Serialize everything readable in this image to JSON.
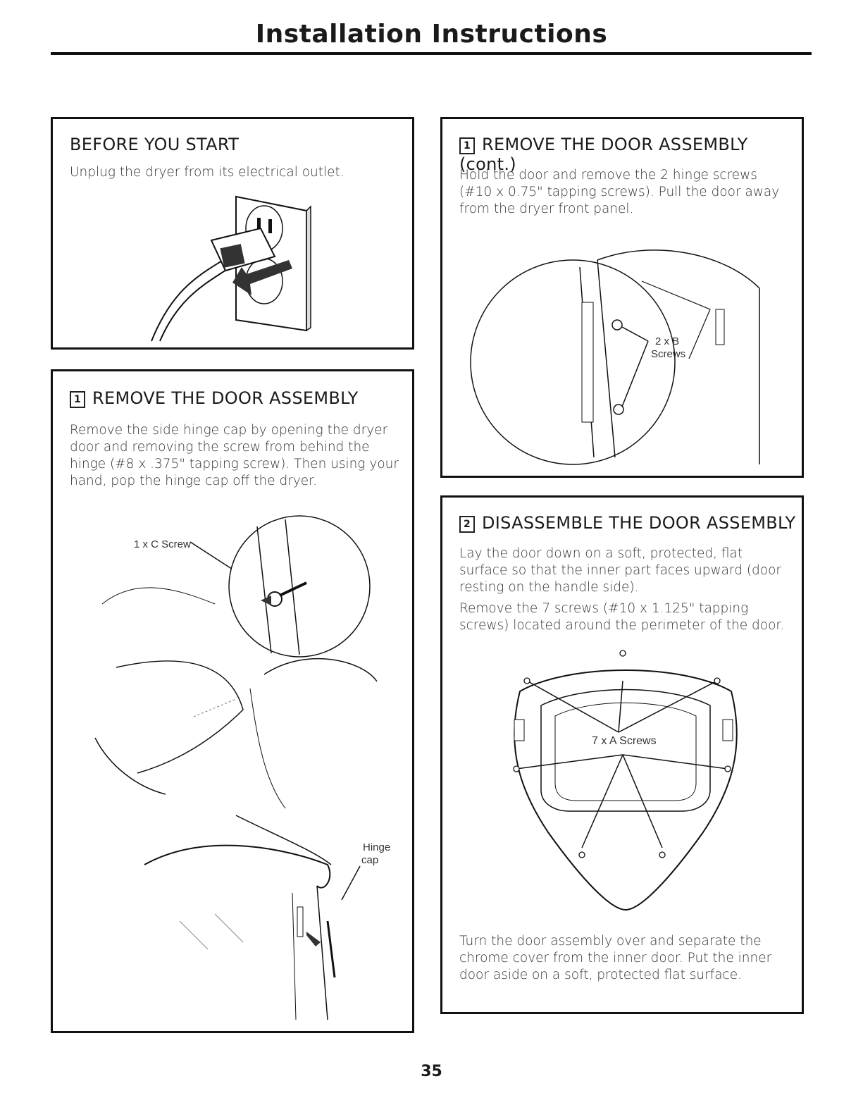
{
  "page": {
    "title": "Installation Instructions",
    "page_number": "35"
  },
  "before": {
    "heading": "BEFORE YOU START",
    "body": "Unplug the dryer from its electrical outlet."
  },
  "step1": {
    "number": "1",
    "heading": "REMOVE THE DOOR ASSEMBLY",
    "body": "Remove the side hinge cap by opening the dryer door and removing the screw from behind the hinge (#8 x .375\" tapping screw). Then using your hand, pop the hinge cap off the dryer.",
    "callout_screw": "1 x C Screw",
    "callout_hinge_1": "Hinge",
    "callout_hinge_2": "cap"
  },
  "step1cont": {
    "number": "1",
    "heading": "REMOVE THE DOOR ASSEMBLY (cont.)",
    "body": "Hold the door and remove the 2 hinge screws (#10 x 0.75\" tapping screws). Pull the door away from the dryer front panel.",
    "callout_1": "2 x B",
    "callout_2": "Screws"
  },
  "step2": {
    "number": "2",
    "heading": "DISASSEMBLE THE DOOR ASSEMBLY",
    "body1": "Lay the door down on a soft, protected, flat surface so that the inner part faces upward (door resting on the handle side).",
    "body2": "Remove the 7 screws (#10 x 1.125\" tapping screws) located around the perimeter of the door.",
    "callout": "7 x A Screws",
    "body3": "Turn the door assembly over and separate the chrome cover from the inner door. Put the inner door aside on a soft, protected flat surface."
  }
}
